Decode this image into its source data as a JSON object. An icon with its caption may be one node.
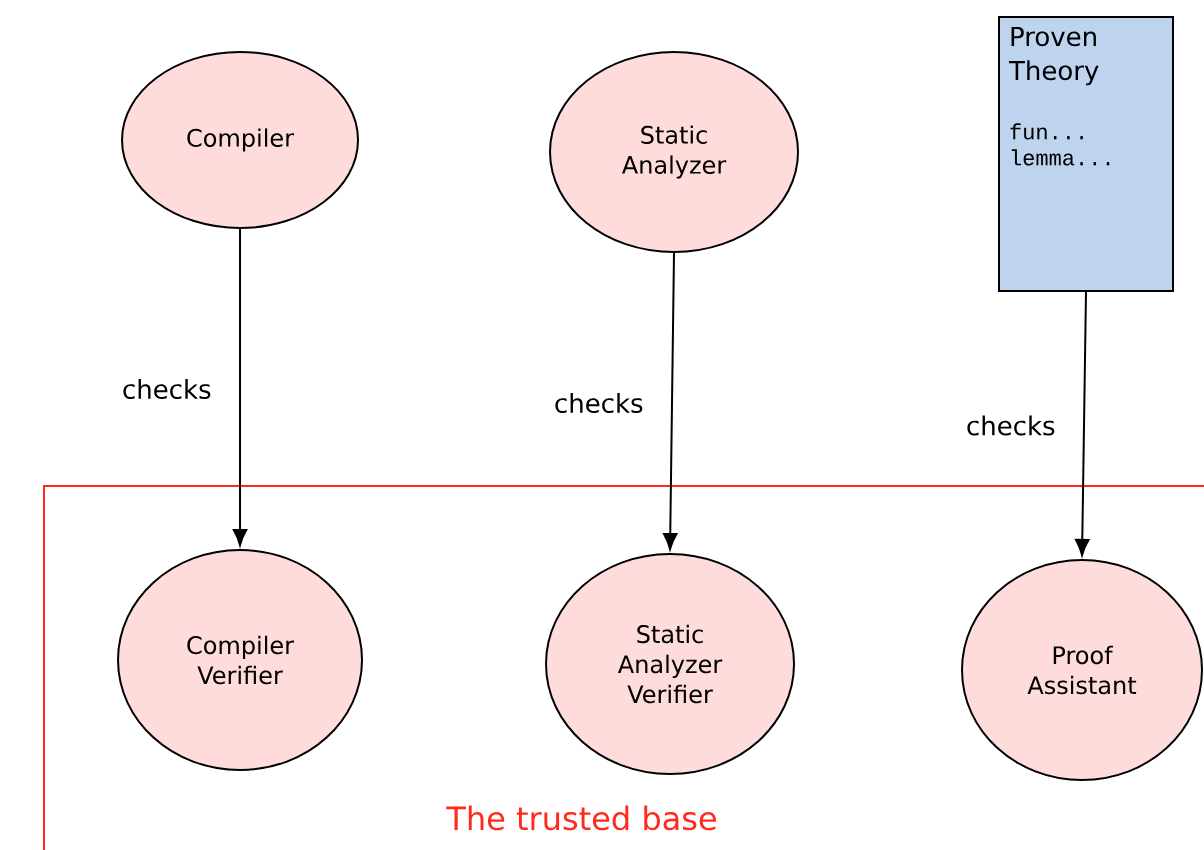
{
  "diagram": {
    "nodes": [
      {
        "text": [
          "Compiler"
        ]
      },
      {
        "text": [
          "Static Analyzer"
        ]
      },
      {
        "text": [
          "Proven Theory",
          "fun... lemma..."
        ]
      },
      {
        "text": [
          "The trusted base"
        ]
      },
      {
        "text": [
          "Compiler Verifier"
        ],
        "in": 3
      },
      {
        "text": [
          "Static Analyzer Verifier"
        ],
        "in": 3
      },
      {
        "text": [
          "Proof Assistant"
        ],
        "in": 3
      }
    ],
    "edges": [
      {
        "from": 0,
        "to": 4,
        "arrow": "to",
        "label": "checks"
      },
      {
        "from": 1,
        "to": 5,
        "arrow": "to",
        "label": "checks"
      },
      {
        "from": 2,
        "to": 6,
        "arrow": "to",
        "label": "checks"
      }
    ]
  }
}
